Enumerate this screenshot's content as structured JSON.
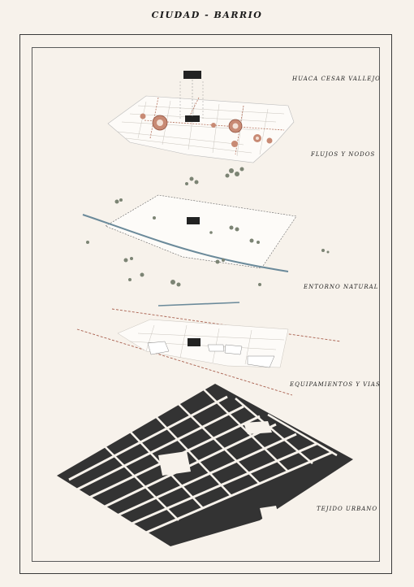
{
  "title": "CIUDAD  -  BARRIO",
  "layers": {
    "huaca": "HUACA CESAR VALLEJO",
    "flujos": "FLUJOS Y NODOS",
    "entorno": "ENTORNO NATURAL",
    "equipamientos": "EQUIPAMIENTOS Y VIAS",
    "tejido": "TEJIDO URBANO"
  },
  "colors": {
    "background": "#f7f2eb",
    "block": "#333333",
    "node": "#b5735e",
    "river": "#6b8a9a",
    "street": "#a9604f"
  }
}
